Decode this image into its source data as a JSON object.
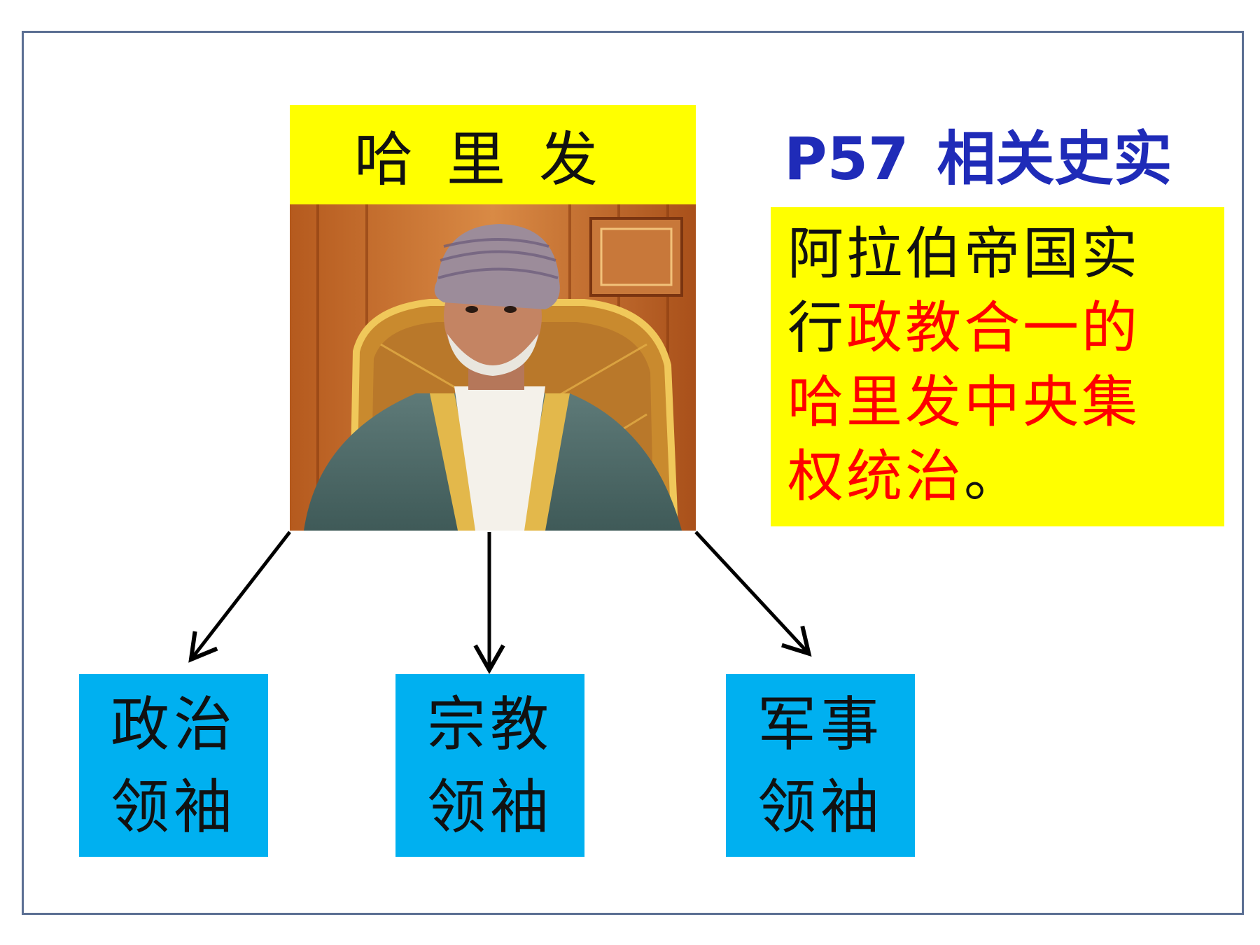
{
  "caliph": {
    "label": "哈里发"
  },
  "facts": {
    "title_page": "P57",
    "title_text": "相关史实",
    "line1": "阿拉伯帝国实",
    "line2_black": "行",
    "line2_red": "政教合一的",
    "line3_red": "哈里发中央集",
    "line4_red": "权统治",
    "line4_black": "。"
  },
  "roles": [
    {
      "line1": "政治",
      "line2": "领袖"
    },
    {
      "line1": "宗教",
      "line2": "领袖"
    },
    {
      "line1": "军事",
      "line2": "领袖"
    }
  ],
  "colors": {
    "highlight": "#ffff00",
    "title_blue": "#1f2bb8",
    "emphasis_red": "#ff0000",
    "role_box": "#00b0f0"
  }
}
